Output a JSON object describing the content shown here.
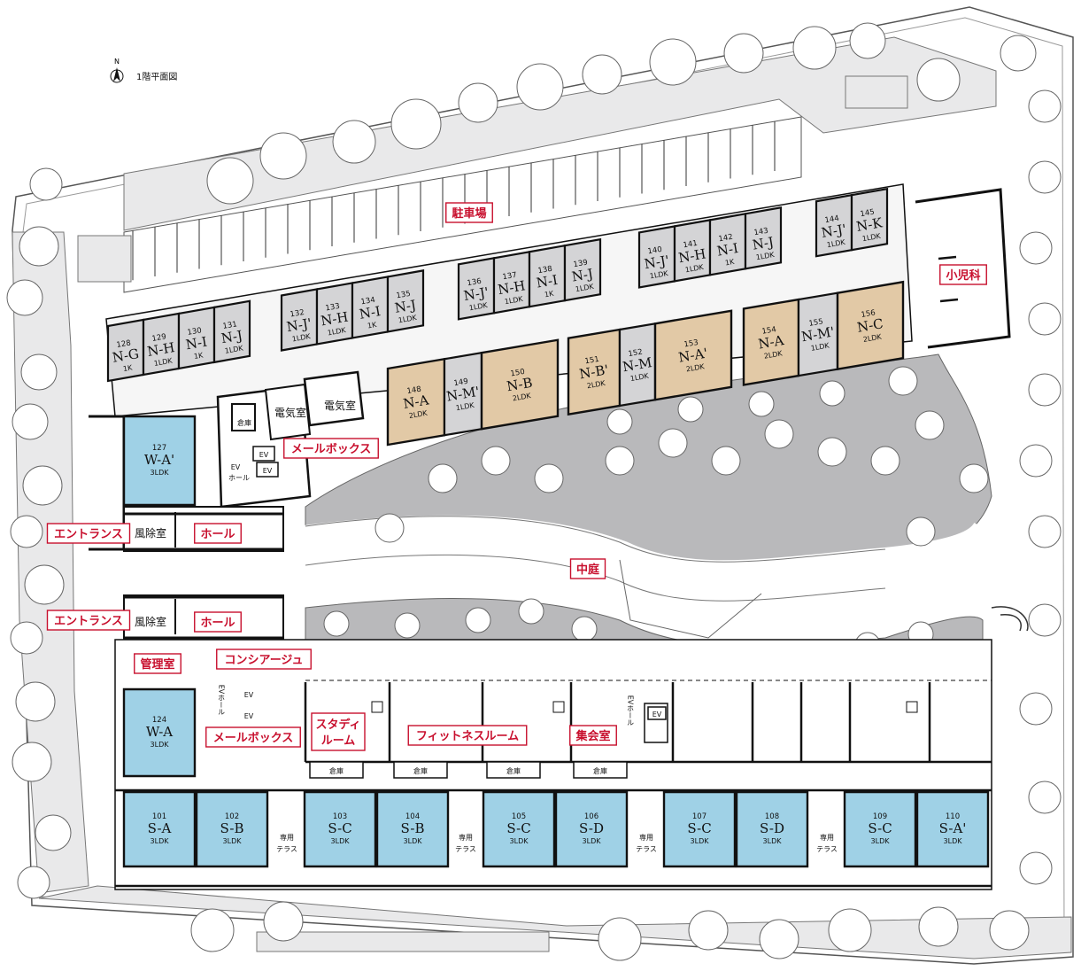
{
  "floor_title": "1階平面図",
  "north_mark": "N",
  "labels": {
    "parking": "駐車場",
    "pediatrics": "小児科",
    "mailbox_north": "メールボックス",
    "entrance_north": "エントランス",
    "hall_north": "ホール",
    "windbreak_north": "風除室",
    "courtyard": "中庭",
    "entrance_south": "エントランス",
    "hall_south": "ホール",
    "windbreak_south": "風除室",
    "management": "管理室",
    "concierge": "コンシアージュ",
    "mailbox_south": "メールボックス",
    "study_room_1": "スタディ",
    "study_room_2": "ルーム",
    "fitness": "フィットネスルーム",
    "meeting": "集会室",
    "electric_room_1": "電気室",
    "electric_room_2": "電気室",
    "ev_hall_1": "EV",
    "ev_hall_2": "ホール",
    "ev": "EV",
    "storage": "倉庫",
    "ev_hall_vertical": "EVホール",
    "private_terrace_1": "専用",
    "private_terrace_2": "テラス"
  },
  "units_north_row1": [
    {
      "no": "128",
      "type": "N-G",
      "size": "1K"
    },
    {
      "no": "129",
      "type": "N-H",
      "size": "1LDK"
    },
    {
      "no": "130",
      "type": "N-I",
      "size": "1K"
    },
    {
      "no": "131",
      "type": "N-J",
      "size": "1LDK"
    },
    {
      "no": "132",
      "type": "N-J'",
      "size": "1LDK"
    },
    {
      "no": "133",
      "type": "N-H",
      "size": "1LDK"
    },
    {
      "no": "134",
      "type": "N-I",
      "size": "1K"
    },
    {
      "no": "135",
      "type": "N-J",
      "size": "1LDK"
    },
    {
      "no": "136",
      "type": "N-J'",
      "size": "1LDK"
    },
    {
      "no": "137",
      "type": "N-H",
      "size": "1LDK"
    },
    {
      "no": "138",
      "type": "N-I",
      "size": "1K"
    },
    {
      "no": "139",
      "type": "N-J",
      "size": "1LDK"
    },
    {
      "no": "140",
      "type": "N-J'",
      "size": "1LDK"
    },
    {
      "no": "141",
      "type": "N-H",
      "size": "1LDK"
    },
    {
      "no": "142",
      "type": "N-I",
      "size": "1K"
    },
    {
      "no": "143",
      "type": "N-J",
      "size": "1LDK"
    },
    {
      "no": "144",
      "type": "N-J'",
      "size": "1LDK"
    },
    {
      "no": "145",
      "type": "N-K",
      "size": "1LDK"
    }
  ],
  "units_north_row2": [
    {
      "no": "148",
      "type": "N-A",
      "size": "2LDK",
      "tone": "tan"
    },
    {
      "no": "149",
      "type": "N-M'",
      "size": "1LDK",
      "tone": "grey"
    },
    {
      "no": "150",
      "type": "N-B",
      "size": "2LDK",
      "tone": "tan"
    },
    {
      "no": "151",
      "type": "N-B'",
      "size": "2LDK",
      "tone": "tan"
    },
    {
      "no": "152",
      "type": "N-M",
      "size": "1LDK",
      "tone": "grey"
    },
    {
      "no": "153",
      "type": "N-A'",
      "size": "2LDK",
      "tone": "tan"
    },
    {
      "no": "154",
      "type": "N-A",
      "size": "2LDK",
      "tone": "tan"
    },
    {
      "no": "155",
      "type": "N-M'",
      "size": "1LDK",
      "tone": "grey"
    },
    {
      "no": "156",
      "type": "N-C",
      "size": "2LDK",
      "tone": "tan"
    }
  ],
  "units_west": [
    {
      "no": "127",
      "type": "W-A'",
      "size": "3LDK"
    },
    {
      "no": "124",
      "type": "W-A",
      "size": "3LDK"
    }
  ],
  "units_south": [
    {
      "no": "101",
      "type": "S-A",
      "size": "3LDK"
    },
    {
      "no": "102",
      "type": "S-B",
      "size": "3LDK"
    },
    {
      "no": "103",
      "type": "S-C",
      "size": "3LDK"
    },
    {
      "no": "104",
      "type": "S-B",
      "size": "3LDK"
    },
    {
      "no": "105",
      "type": "S-C",
      "size": "3LDK"
    },
    {
      "no": "106",
      "type": "S-D",
      "size": "3LDK"
    },
    {
      "no": "107",
      "type": "S-C",
      "size": "3LDK"
    },
    {
      "no": "108",
      "type": "S-D",
      "size": "3LDK"
    },
    {
      "no": "109",
      "type": "S-C",
      "size": "3LDK"
    },
    {
      "no": "110",
      "type": "S-A'",
      "size": "3LDK"
    }
  ],
  "colors": {
    "label_red": "#c8102e",
    "unit_blue": "#9fd1e6",
    "unit_tan": "#e2c9a6",
    "unit_grey": "#d4d4d6",
    "ground_grey": "#b9b9bb"
  }
}
